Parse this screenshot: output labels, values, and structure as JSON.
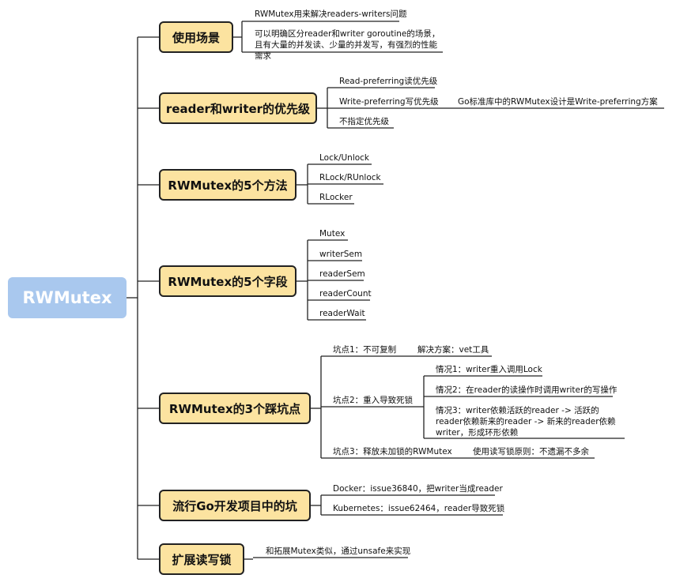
{
  "root": {
    "label": "RWMutex"
  },
  "topics": [
    {
      "label": "使用场景",
      "leaves": [
        "RWMutex用来解决readers-writers问题",
        "可以明确区分reader和writer goroutine的场景，且有大量的并发读、少量的并发写，有强烈的性能需求"
      ]
    },
    {
      "label": "reader和writer的优先级",
      "leaves": [
        "Read-preferring读优先级",
        "Write-preferring写优先级",
        "不指定优先级"
      ],
      "sub_leaves": [
        "Go标准库中的RWMutex设计是Write-preferring方案"
      ]
    },
    {
      "label": "RWMutex的5个方法",
      "leaves": [
        "Lock/Unlock",
        "RLock/RUnlock",
        "RLocker"
      ]
    },
    {
      "label": "RWMutex的5个字段",
      "leaves": [
        "Mutex",
        "writerSem",
        "readerSem",
        "readerCount",
        "readerWait"
      ]
    },
    {
      "label": "RWMutex的3个踩坑点",
      "leaves": [
        "坑点1：不可复制",
        "坑点2：重入导致死锁",
        "坑点3：释放未加锁的RWMutex"
      ],
      "sub_leaves": [
        "解决方案：vet工具",
        "情况1：writer重入调用Lock",
        "情况2：在reader的读操作时调用writer的写操作",
        "情况3：writer依赖活跃的reader -> 活跃的reader依赖新来的reader -> 新来的reader依赖writer，形成环形依赖",
        "使用读写锁原则：不遗漏不多余"
      ]
    },
    {
      "label": "流行Go开发项目中的坑",
      "leaves": [
        "Docker：issue36840，把writer当成reader",
        "Kubernetes：issue62464，reader导致死锁"
      ]
    },
    {
      "label": "扩展读写锁",
      "leaves": [
        "和拓展Mutex类似，通过unsafe来实现"
      ]
    }
  ],
  "colors": {
    "root_fill": "#a9c8ee",
    "topic_fill": "#fce3a0",
    "topic_border": "#222222",
    "connector": "#222222"
  }
}
